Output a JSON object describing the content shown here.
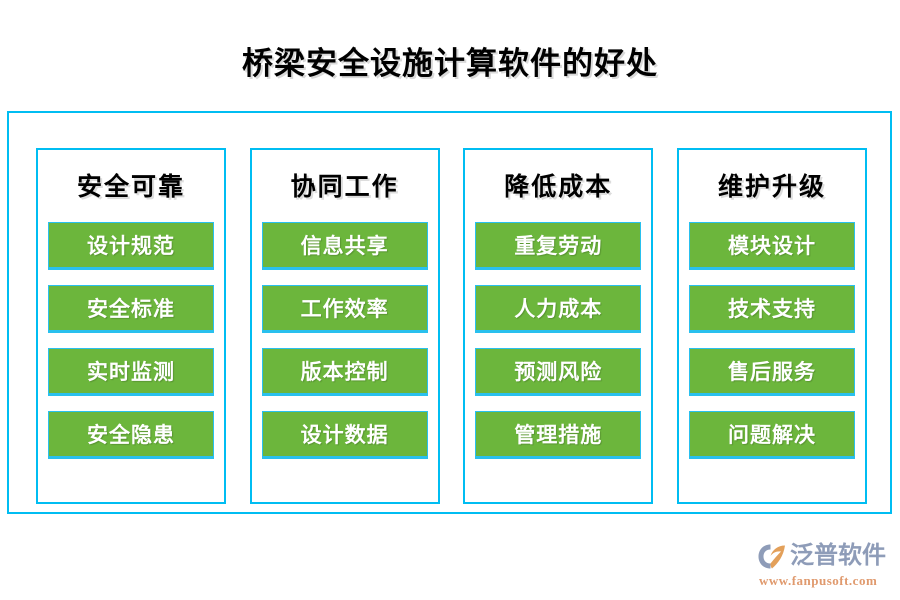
{
  "page": {
    "title": "桥梁安全设施计算软件的好处"
  },
  "colors": {
    "frame_border": "#00bdf2",
    "item_background": "#6cb63c",
    "item_border": "#29c0ee",
    "item_text": "#ffffff",
    "title_text": "#000000",
    "brand_name_color": "#8e9cb8",
    "brand_url_color": "#e09a6e",
    "brand_mark_accent": "#e3a05a"
  },
  "columns": [
    {
      "header": "安全可靠",
      "items": [
        "设计规范",
        "安全标准",
        "实时监测",
        "安全隐患"
      ]
    },
    {
      "header": "协同工作",
      "items": [
        "信息共享",
        "工作效率",
        "版本控制",
        "设计数据"
      ]
    },
    {
      "header": "降低成本",
      "items": [
        "重复劳动",
        "人力成本",
        "预测风险",
        "管理措施"
      ]
    },
    {
      "header": "维护升级",
      "items": [
        "模块设计",
        "技术支持",
        "售后服务",
        "问题解决"
      ]
    }
  ],
  "brand": {
    "name": "泛普软件",
    "url": "www.fanpusoft.com",
    "mark_icon": "fanpu-logo-icon"
  }
}
